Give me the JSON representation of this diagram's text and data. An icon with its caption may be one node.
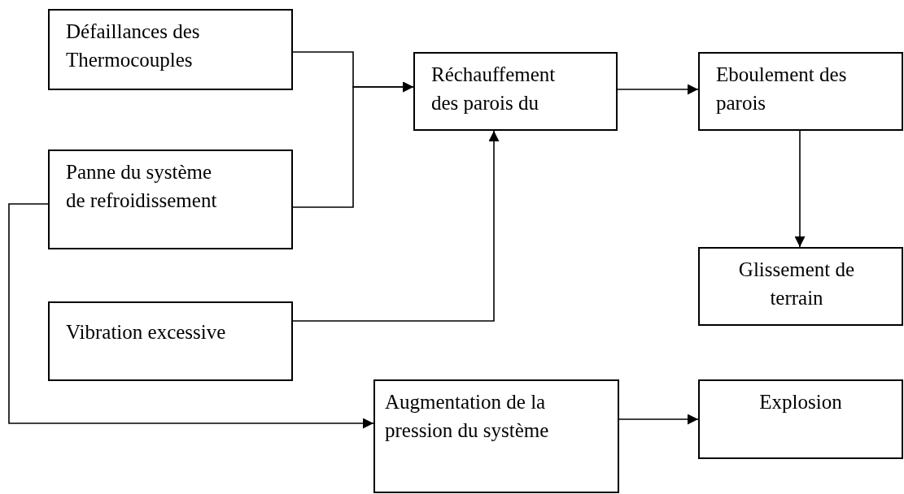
{
  "diagram": {
    "nodes": [
      {
        "text": [
          "Défaillances des Thermocouples"
        ]
      },
      {
        "text": [
          "Réchauffement des parois du"
        ]
      },
      {
        "text": [
          "Eboulement des parois"
        ]
      },
      {
        "text": [
          "Panne du système de refroidissement"
        ]
      },
      {
        "text": [
          "Glissement de terrain"
        ]
      },
      {
        "text": [
          "Vibration excessive"
        ]
      },
      {
        "text": [
          "Augmentation de la pression du système"
        ]
      },
      {
        "text": [
          "Explosion"
        ]
      }
    ],
    "edges": [
      {
        "from": 0,
        "to": 1,
        "arrow": "to"
      },
      {
        "from": 3,
        "to": 1,
        "arrow": "to"
      },
      {
        "from": 5,
        "to": 1,
        "arrow": "to"
      },
      {
        "from": 1,
        "to": 2,
        "arrow": "to"
      },
      {
        "from": 2,
        "to": 4,
        "arrow": "to"
      },
      {
        "from": 3,
        "to": 6,
        "arrow": "to"
      },
      {
        "from": 6,
        "to": 7,
        "arrow": "to"
      }
    ]
  }
}
